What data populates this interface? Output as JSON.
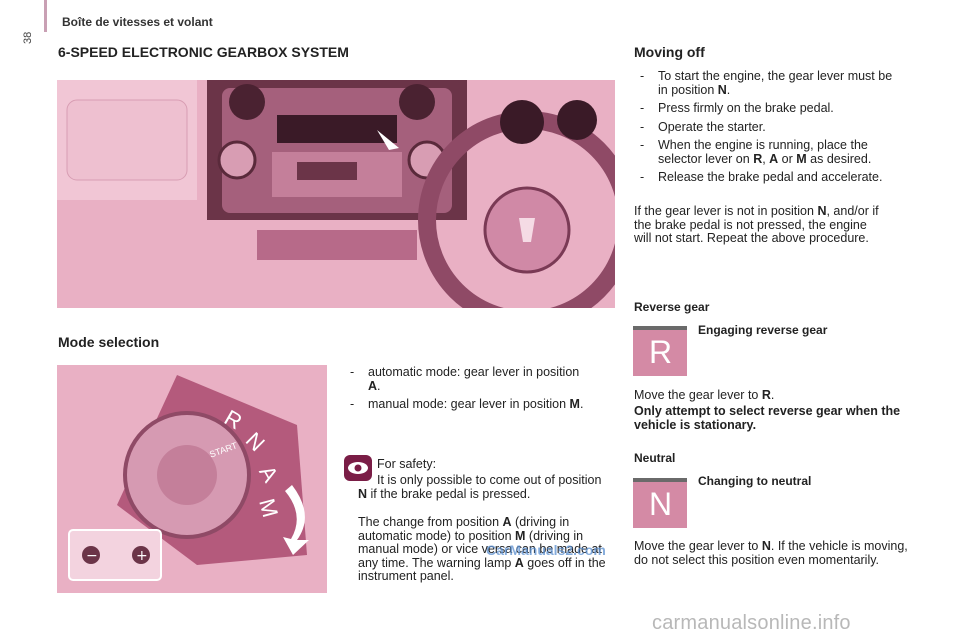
{
  "page_number": "38",
  "section_title": "Boîte de vitesses et volant",
  "main_title": "6-SPEED ELECTRONIC GEARBOX SYSTEM",
  "mode_selection": {
    "title": "Mode selection",
    "items": [
      {
        "text": "automatic mode: gear lever in position ",
        "bold": "A",
        "end": "."
      },
      {
        "text": "manual mode: gear lever in position ",
        "bold": "M",
        "end": "."
      }
    ],
    "safety_title": "For safety:",
    "safety_p1_a": "It is only possible to come out of position ",
    "safety_p1_b": "N",
    "safety_p1_c": " if the brake pedal is pressed.",
    "safety_p2_a": "The change from position ",
    "safety_p2_b": "A",
    "safety_p2_c": " (driving in automatic mode) to position ",
    "safety_p2_d": "M",
    "safety_p2_e": " (driving in manual mode) or vice versa can be made at any time. The warning lamp ",
    "safety_p2_f": "A",
    "safety_p2_g": " goes off in the instrument panel."
  },
  "lever_letters": [
    "R",
    "N",
    "A",
    "M"
  ],
  "lever_start": "START",
  "moving_off": {
    "title": "Moving off",
    "items": [
      {
        "a": "To start the engine, the gear lever must be in position ",
        "b": "N",
        "c": "."
      },
      {
        "a": "Press firmly on the brake pedal.",
        "b": "",
        "c": ""
      },
      {
        "a": "Operate the starter.",
        "b": "",
        "c": ""
      },
      {
        "a": "When the engine is running, place the selector lever on ",
        "b": "R",
        "c": ", ",
        "d": "A",
        "e": " or ",
        "f": "M",
        "g": " as desired."
      },
      {
        "a": "Release the brake pedal and accelerate.",
        "b": "",
        "c": ""
      }
    ],
    "note_a": "If the gear lever is not in position ",
    "note_b": "N",
    "note_c": ", and/or if the brake pedal is not pressed, the engine will not start. Repeat the above procedure."
  },
  "reverse": {
    "title": "Reverse gear",
    "subtitle": "Engaging reverse gear",
    "icon_letter": "R",
    "text_a": "Move the gear lever to ",
    "text_b": "R",
    "text_c": ".",
    "warning": "Only attempt to select reverse gear when the vehicle is stationary."
  },
  "neutral": {
    "title": "Neutral",
    "subtitle": "Changing to neutral",
    "icon_letter": "N",
    "text_a": "Move the gear lever to ",
    "text_b": "N",
    "text_c": ". If the vehicle is moving, do not select this position even momentarily."
  },
  "watermark": "CarManuals2.com",
  "footer": "carmanualsonline.info",
  "colors": {
    "photo_pink": "#e7a9bf",
    "dark_pink": "#b45a7c",
    "icon_pink": "#d48aa5"
  }
}
